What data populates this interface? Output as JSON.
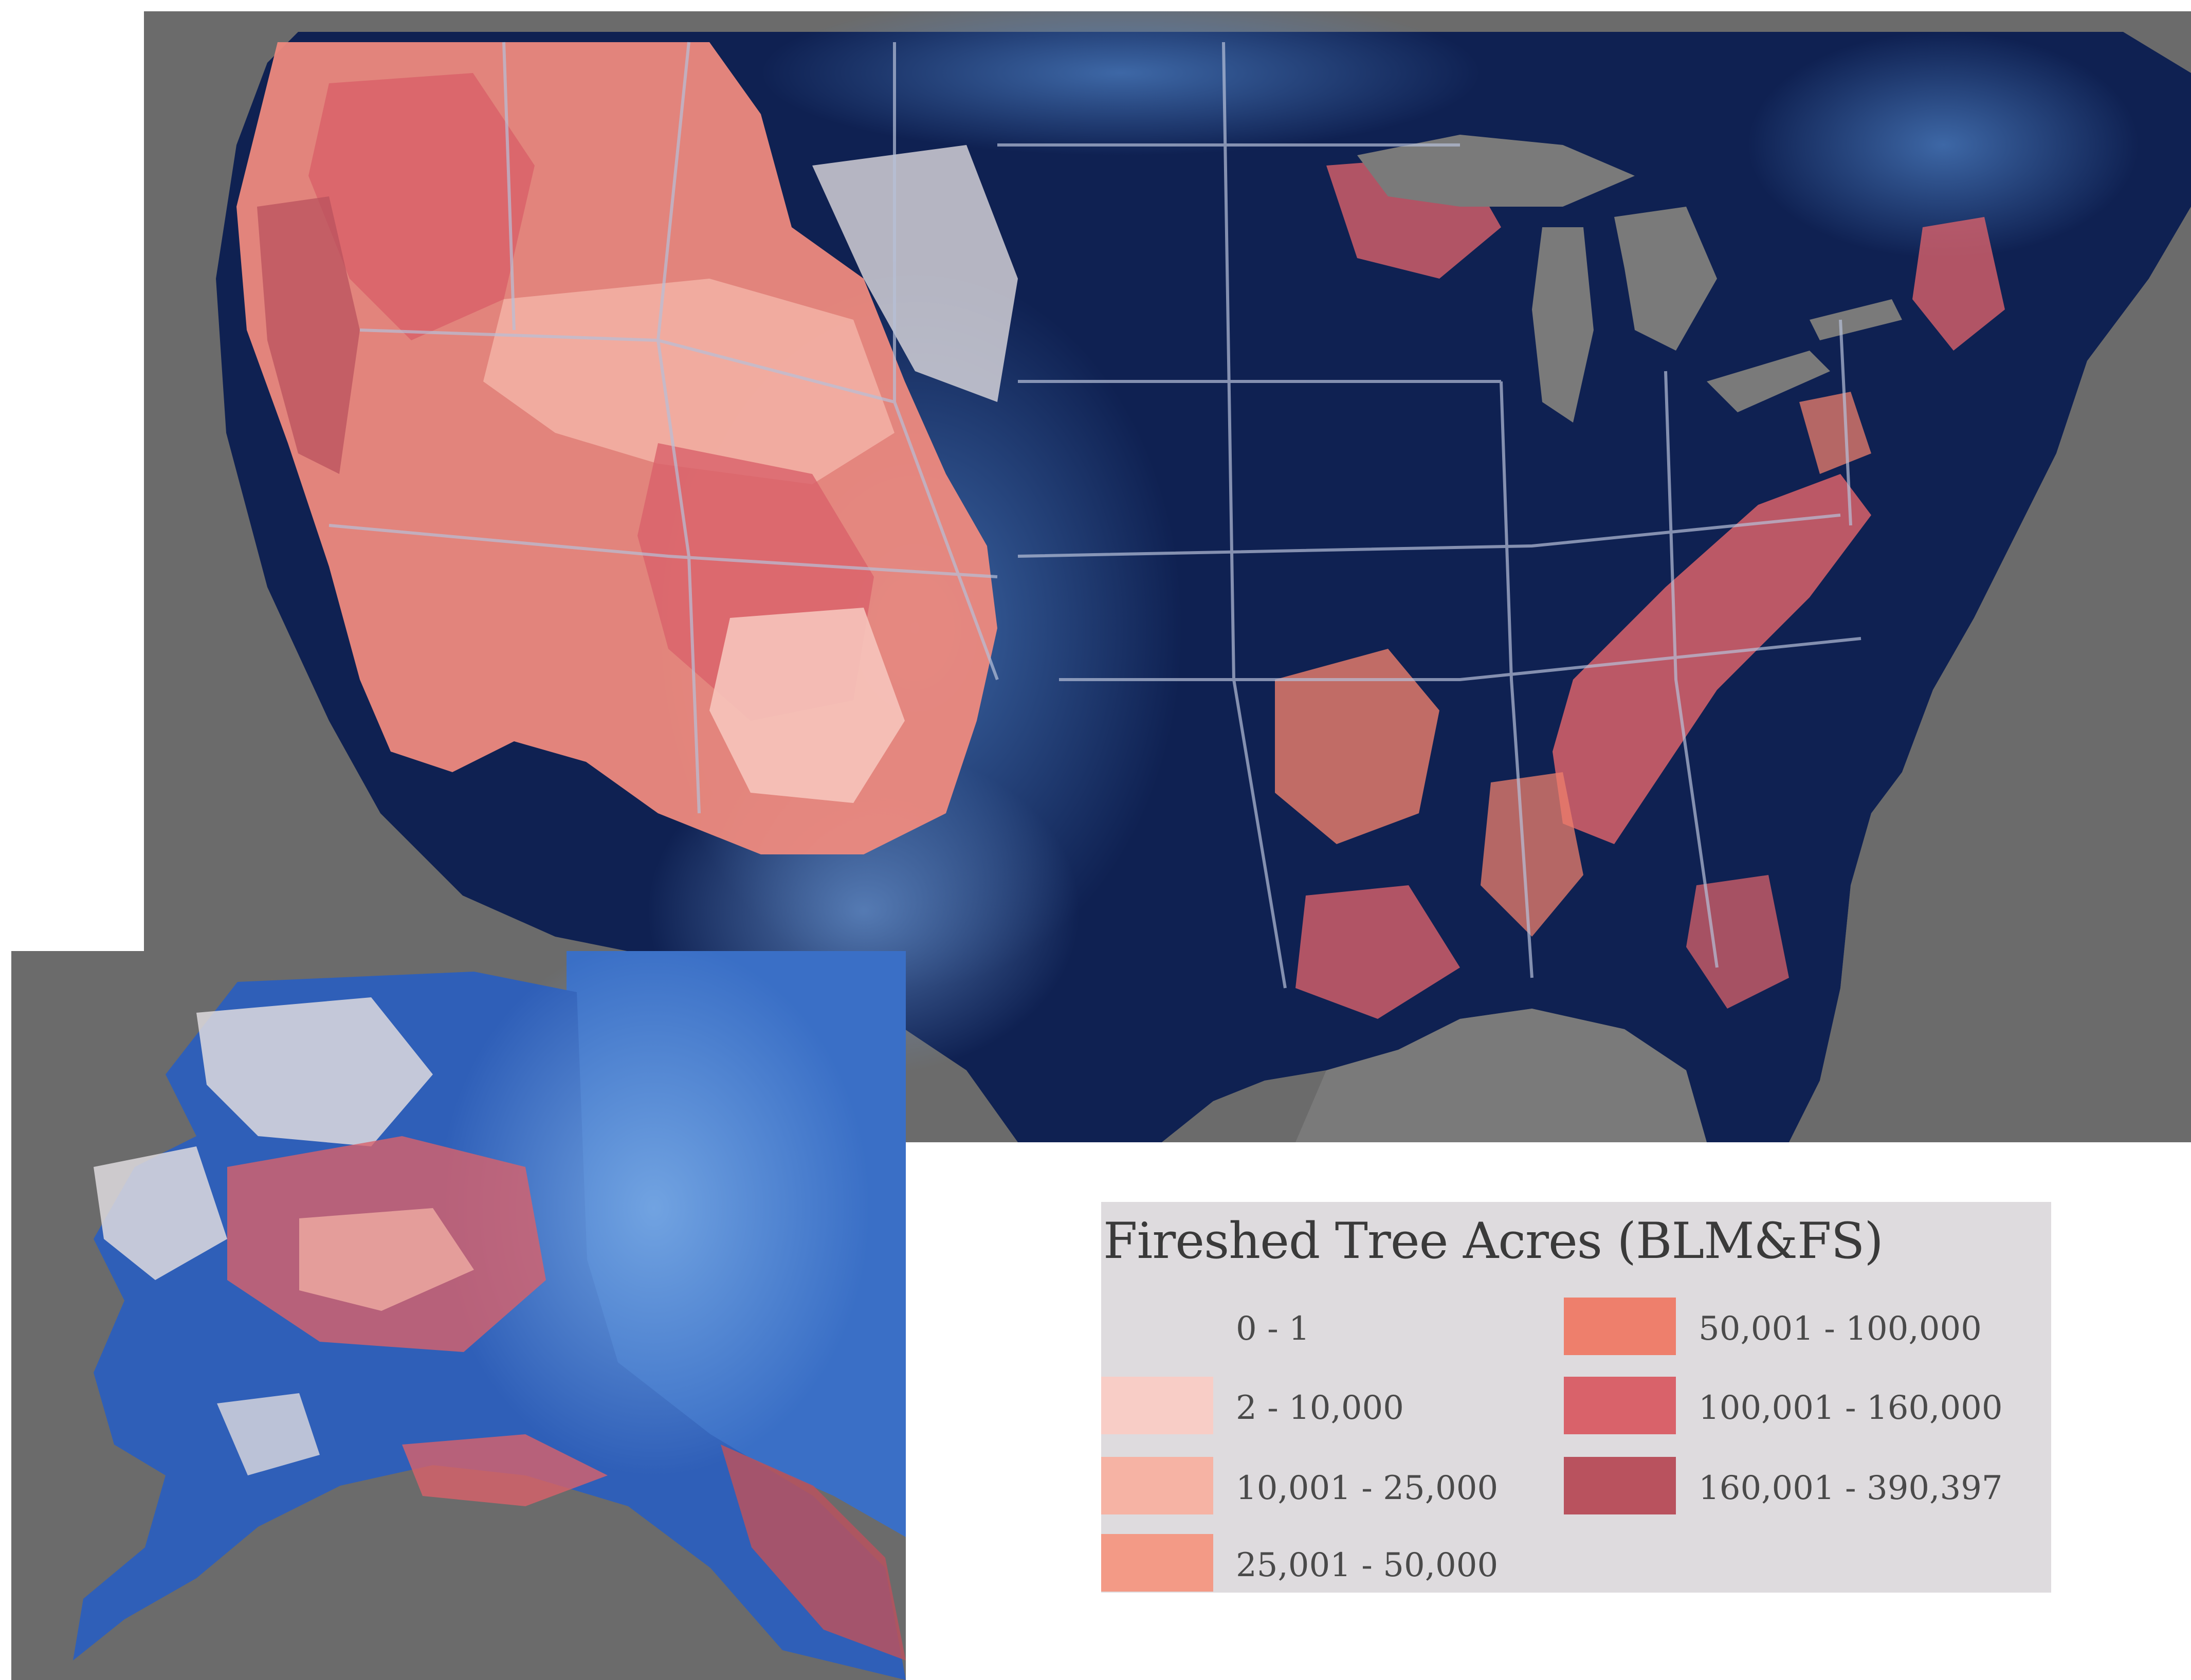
{
  "legend": {
    "title": "Fireshed Tree Acres (BLM&FS)",
    "classes": [
      {
        "label": "0 - 1",
        "color": "#dedbde"
      },
      {
        "label": "2 - 10,000",
        "color": "#f8cdc6"
      },
      {
        "label": "10,001 - 25,000",
        "color": "#f6b3a4"
      },
      {
        "label": "25,001 - 50,000",
        "color": "#f39a86"
      },
      {
        "label": "50,001 - 100,000",
        "color": "#ee7f6c"
      },
      {
        "label": "100,001 - 160,000",
        "color": "#d9626a"
      },
      {
        "label": "160,001 - 390,397",
        "color": "#b9525e"
      }
    ]
  },
  "colors": {
    "land_background": "#0f2152",
    "outside_area": "#6b6b6b",
    "water": "#7a7a7a",
    "state_borders": "#b7c0d8"
  }
}
